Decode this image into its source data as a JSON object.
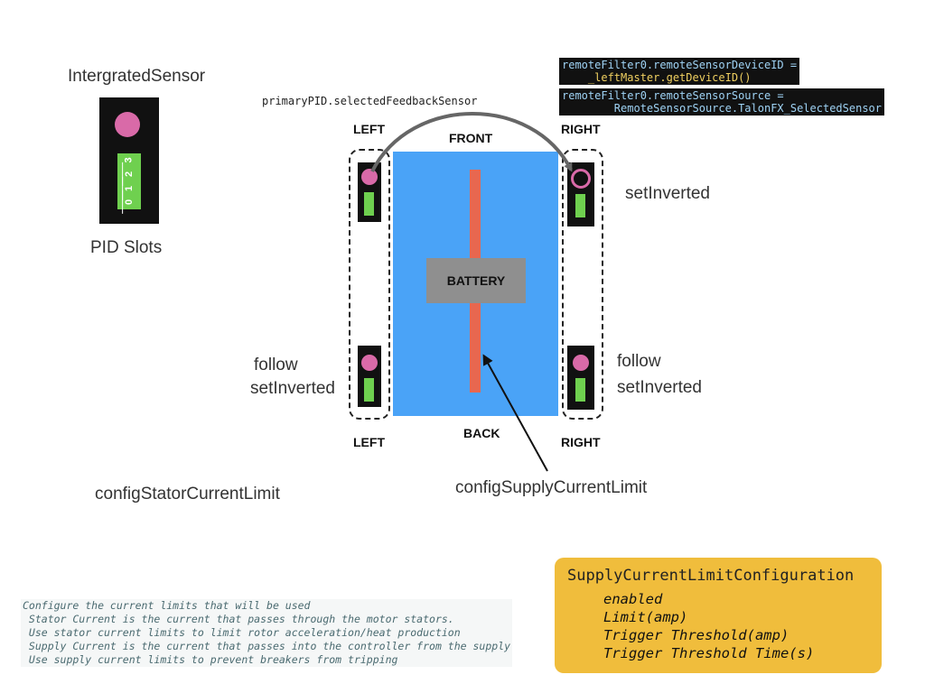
{
  "legend": {
    "sensor_title": "IntergratedSensor",
    "slots_title": "PID Slots",
    "slot_labels": [
      "0",
      "1",
      "2",
      "3"
    ]
  },
  "labels": {
    "primary_feedback": "primaryPID.selectedFeedbackSensor",
    "front": "FRONT",
    "back": "BACK",
    "left_top": "LEFT",
    "left_bottom": "LEFT",
    "right_top": "RIGHT",
    "right_bottom": "RIGHT",
    "battery": "BATTERY",
    "set_inverted_right_top": "setInverted",
    "follow_left": "follow",
    "set_inverted_left": "setInverted",
    "follow_right": "follow",
    "set_inverted_right": "setInverted",
    "stator_limit": "configStatorCurrentLimit",
    "supply_limit": "configSupplyCurrentLimit"
  },
  "code": {
    "device_id_line1": "remoteFilter0.remoteSensorDeviceID =",
    "device_id_line2": "    _leftMaster.getDeviceID()",
    "source_line1": "remoteFilter0.remoteSensorSource =",
    "source_line2": "        RemoteSensorSource.TalonFX_SelectedSensor"
  },
  "comment_lines": [
    "Configure the current limits that will be used",
    " Stator Current is the current that passes through the motor stators.",
    " Use stator current limits to limit rotor acceleration/heat production",
    " Supply Current is the current that passes into the controller from the supply",
    " Use supply current limits to prevent breakers from tripping"
  ],
  "supply_config": {
    "title": "SupplyCurrentLimitConfiguration",
    "fields": [
      "enabled",
      "Limit(amp)",
      "Trigger Threshold(amp)",
      "Trigger Threshold Time(s)"
    ]
  },
  "colors": {
    "chassis": "#4aa3f7",
    "rail": "#e8674f",
    "battery": "#8f8f8f",
    "sensor_dot": "#d96aa8",
    "status_bar": "#6fd04f",
    "config_box": "#f0bd3c"
  }
}
